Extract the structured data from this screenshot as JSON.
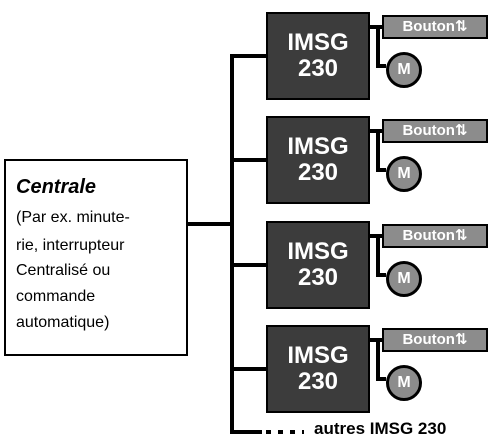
{
  "central": {
    "title": "Centrale",
    "lines": [
      "(Par ex. minute-",
      "rie, interrupteur",
      "Centralisé ou",
      "commande",
      "automatique)"
    ]
  },
  "units": [
    {
      "name_line1": "IMSG",
      "name_line2": "230",
      "button_label": "Bouton⇅",
      "motor_label": "M"
    },
    {
      "name_line1": "IMSG",
      "name_line2": "230",
      "button_label": "Bouton⇅",
      "motor_label": "M"
    },
    {
      "name_line1": "IMSG",
      "name_line2": "230",
      "button_label": "Bouton⇅",
      "motor_label": "M"
    },
    {
      "name_line1": "IMSG",
      "name_line2": "230",
      "button_label": "Bouton⇅",
      "motor_label": "M"
    }
  ],
  "more_units_label": "autres IMSG 230",
  "colors": {
    "unit_fill": "#3c3c3c",
    "button_fill": "#8c8c8c",
    "motor_fill": "#8c8c8c",
    "line": "#000000"
  }
}
